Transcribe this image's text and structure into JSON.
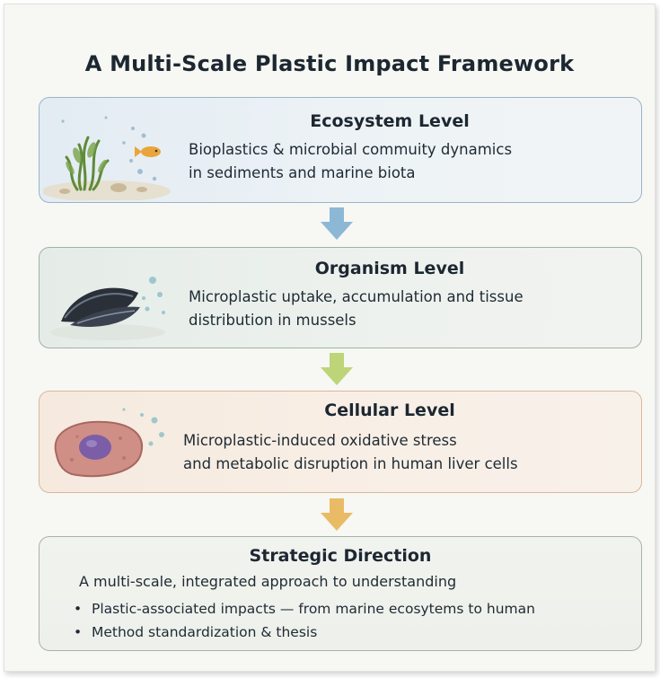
{
  "title": "A Multi-Scale Plastic Impact Framework",
  "levels": [
    {
      "heading": "Ecosystem Level",
      "lines": [
        "Bioplastics & microbial commuity dynamics",
        "in sediments and marine biota"
      ],
      "illustration": "seaweed-fish-sediment",
      "color": "#9bb4c8"
    },
    {
      "heading": "Organism Level",
      "lines": [
        "Microplastic uptake, accumulation and tissue",
        "distribution in mussels"
      ],
      "illustration": "mussel",
      "color": "#9fb3a6"
    },
    {
      "heading": "Cellular Level",
      "lines": [
        "Microplastic-induced oxidative stress",
        "and metabolic disruption in human liver cells"
      ],
      "illustration": "liver-cell",
      "color": "#d9b89a"
    }
  ],
  "strategy": {
    "heading": "Strategic Direction",
    "intro": "A multi-scale, integrated approach to understanding",
    "bullet_symbol": "•",
    "bullets": [
      "Plastic-associated impacts — from marine ecosytems to human",
      "Method standardization & thesis"
    ]
  },
  "arrow_colors": [
    "#7fb0d3",
    "#b6cf6a",
    "#e8b455"
  ]
}
